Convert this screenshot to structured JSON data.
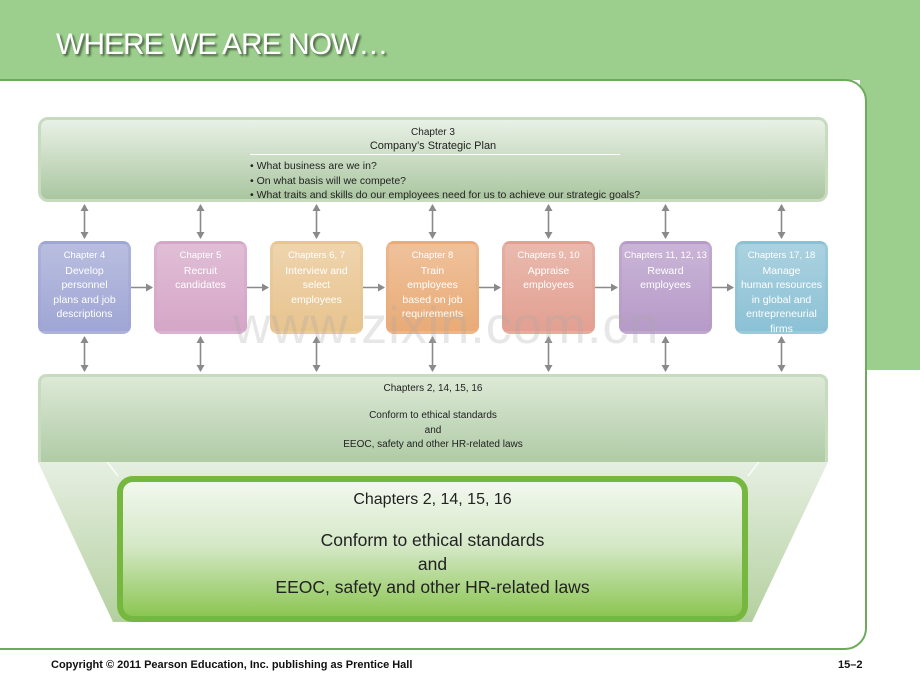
{
  "slide": {
    "title": "WHERE WE ARE NOW…",
    "watermark": "www.zixin.com.cn",
    "footer": {
      "copyright": "Copyright © 2011 Pearson Education, Inc. publishing as Prentice Hall",
      "page": "15–2"
    }
  },
  "strategic_plan": {
    "chapter": "Chapter 3",
    "title": "Company’s Strategic Plan",
    "bullets": [
      "• What business are we in?",
      "• On what basis will we compete?",
      "• What traits and skills do our employees need for us to achieve our strategic goals?"
    ]
  },
  "steps": [
    {
      "chapter": "Chapter 4",
      "label": "Develop\npersonnel\nplans and job\ndescriptions",
      "color": "#9fa6d4"
    },
    {
      "chapter": "Chapter 5",
      "label": "Recruit\ncandidates",
      "color": "#d5a6c7"
    },
    {
      "chapter": "Chapters 6, 7",
      "label": "Interview and\nselect\nemployees",
      "color": "#e8c48f"
    },
    {
      "chapter": "Chapter 8",
      "label": "Train\nemployees\nbased on job\nrequirements",
      "color": "#e9ab77"
    },
    {
      "chapter": "Chapters 9, 10",
      "label": "Appraise\nemployees",
      "color": "#e2a091"
    },
    {
      "chapter": "Chapters 11, 12, 13",
      "label": "Reward\nemployees",
      "color": "#b69ac8"
    },
    {
      "chapter": "Chapters 17, 18",
      "label": "Manage\nhuman resources\nin global and\nentrepreneurial\nfirms",
      "color": "#8cc1d5"
    }
  ],
  "compliance": {
    "chapter": "Chapters 2, 14, 15, 16",
    "text": "Conform to ethical standards\nand\nEEOC, safety and other HR-related laws"
  },
  "compliance_zoom": {
    "chapter": "Chapters 2, 14, 15, 16",
    "text": "Conform to ethical standards\nand\nEEOC, safety and other HR-related laws"
  }
}
